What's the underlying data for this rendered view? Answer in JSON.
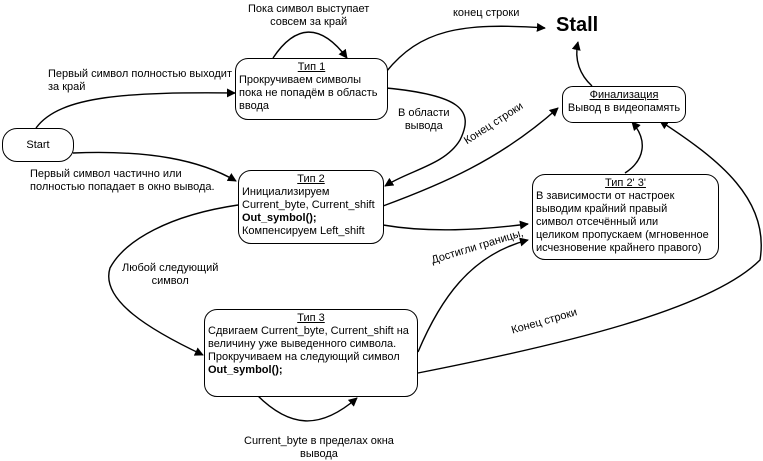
{
  "nodes": {
    "start": {
      "label": "Start"
    },
    "stall": {
      "label": "Stall"
    },
    "type1": {
      "title": "Тип 1",
      "lines": [
        "Прокручиваем символы",
        "пока не попадём в область",
        "ввода"
      ]
    },
    "type2": {
      "title": "Тип 2",
      "lines": [
        "Инициализируем",
        "Current_byte, Current_shift",
        "Out_symbol();",
        "Компенсируем Left_shift"
      ]
    },
    "type3": {
      "title": "Тип 3",
      "lines": [
        "Сдвигаем Current_byte, Current_shift на",
        "величину уже выведенного символа.",
        "Прокручиваем на следующий символ",
        "Out_symbol();"
      ]
    },
    "type23p": {
      "title": "Тип 2' 3'",
      "lines": [
        "В зависимости от настроек",
        "выводим крайний правый",
        "символ отсечённый или",
        "целиком пропускаем (мгновенное",
        "исчезновение крайнего правого)"
      ]
    },
    "final": {
      "title": "Финализация",
      "lines": [
        "Вывод в видеопамять"
      ]
    }
  },
  "edges": {
    "start_to_type1": [
      "Первый символ полностью выходит",
      "за край"
    ],
    "start_to_type2": [
      "Первый символ частично или",
      "полностью попадает в окно вывода."
    ],
    "type1_loop": [
      "Пока  символ выступает",
      "совсем за край"
    ],
    "type1_to_stall": "конец строки",
    "type1_to_type2": [
      "В области",
      "вывода"
    ],
    "type2_to_final": "Конец строки",
    "type2_to_type3": [
      "Любой следующий",
      "символ"
    ],
    "type3_to_type23p": "Достигли границы,",
    "type3_to_final": "Конец строки",
    "type3_loop": [
      "Current_byte в пределах окна",
      "вывода"
    ]
  }
}
